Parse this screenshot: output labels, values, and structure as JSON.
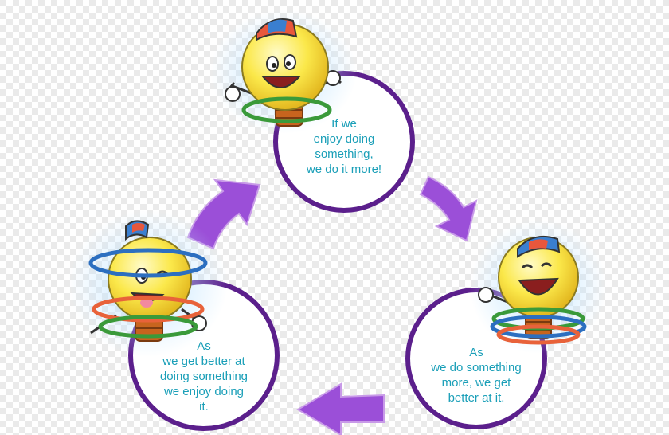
{
  "colors": {
    "checker_light": "#ffffff",
    "checker_dark": "#eaeaea",
    "circle_stroke": "#5b1f8c",
    "arrow_fill": "#9b4fd8",
    "arrow_edge": "#c89ae8",
    "text": "#1a9fb8",
    "bulb": "#fbe84a",
    "cap_red": "#e8573c",
    "cap_blue": "#3a7fd0",
    "ring_green": "#3a9a3a",
    "ring_blue": "#2c6fc0",
    "ring_orange": "#e8623a",
    "spring": "#c8641e"
  },
  "circles": [
    {
      "id": "top",
      "lines": [
        "If we",
        "enjoy doing",
        "something,",
        "we do it more!"
      ]
    },
    {
      "id": "right",
      "lines": [
        "As",
        "we do something",
        "more, we get",
        "better at it."
      ]
    },
    {
      "id": "left",
      "lines": [
        "As",
        "we get better at",
        "doing something",
        "we enjoy doing",
        "it."
      ]
    }
  ],
  "arrows": [
    {
      "from": "top",
      "to": "right",
      "icon": "curved-arrow-icon"
    },
    {
      "from": "right",
      "to": "left",
      "icon": "curved-arrow-icon"
    },
    {
      "from": "left",
      "to": "top",
      "icon": "curved-arrow-icon"
    }
  ],
  "characters": [
    {
      "name": "bulb-character-top",
      "icon": "lightbulb-mascot-icon"
    },
    {
      "name": "bulb-character-right",
      "icon": "lightbulb-mascot-icon"
    },
    {
      "name": "bulb-character-left",
      "icon": "lightbulb-mascot-icon"
    }
  ]
}
